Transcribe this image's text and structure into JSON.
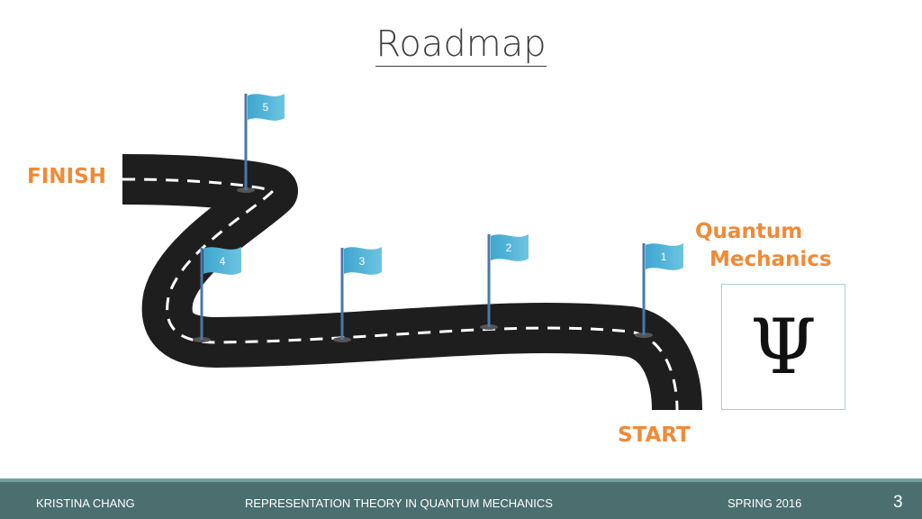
{
  "slide": {
    "title": "Roadmap",
    "labels": {
      "finish": "FINISH",
      "start": "START",
      "quantum_line1": "Quantum",
      "quantum_line2": "Mechanics"
    },
    "symbol": "Ψ",
    "flags": [
      {
        "number": "1"
      },
      {
        "number": "2"
      },
      {
        "number": "3"
      },
      {
        "number": "4"
      },
      {
        "number": "5"
      }
    ],
    "colors": {
      "accent_orange": "#f08a37",
      "flag_blue": "#4fb3d6",
      "road": "#1e1e1e",
      "footer_bg": "#4b6f6e"
    }
  },
  "footer": {
    "author": "KRISTINA CHANG",
    "course": "REPRESENTATION THEORY IN QUANTUM MECHANICS",
    "term": "SPRING 2016",
    "page": "3"
  }
}
